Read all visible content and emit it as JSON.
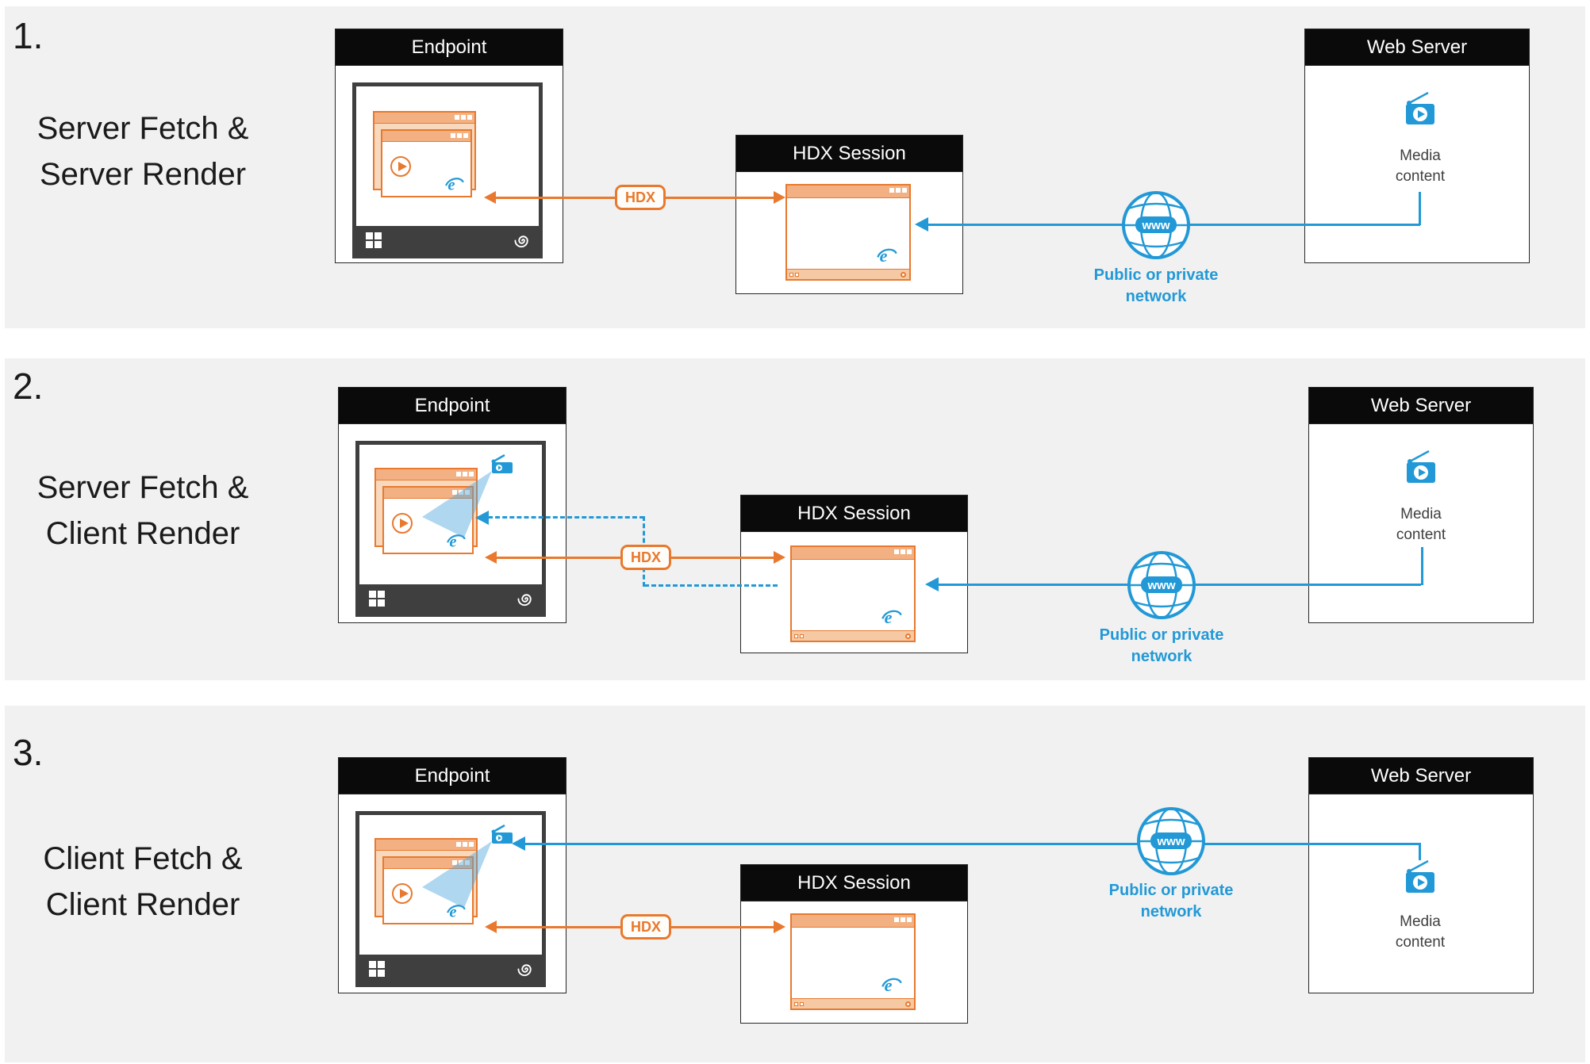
{
  "labels": {
    "endpoint": "Endpoint",
    "hdx_session": "HDX Session",
    "web_server": "Web Server",
    "hdx": "HDX",
    "www": "www",
    "network": [
      "Public or private",
      "network"
    ],
    "media": [
      "Media",
      "content"
    ]
  },
  "rows": [
    {
      "number": "1.",
      "title": [
        "Server Fetch &",
        "Server Render"
      ]
    },
    {
      "number": "2.",
      "title": [
        "Server Fetch &",
        "Client Render"
      ]
    },
    {
      "number": "3.",
      "title": [
        "Client Fetch &",
        "Client Render"
      ]
    }
  ],
  "icons": {
    "e_glyph": "e"
  },
  "colors": {
    "orange": "#E8792E",
    "blue": "#2299D6",
    "band": "#F1F1F1",
    "header": "#0A0A0A"
  }
}
